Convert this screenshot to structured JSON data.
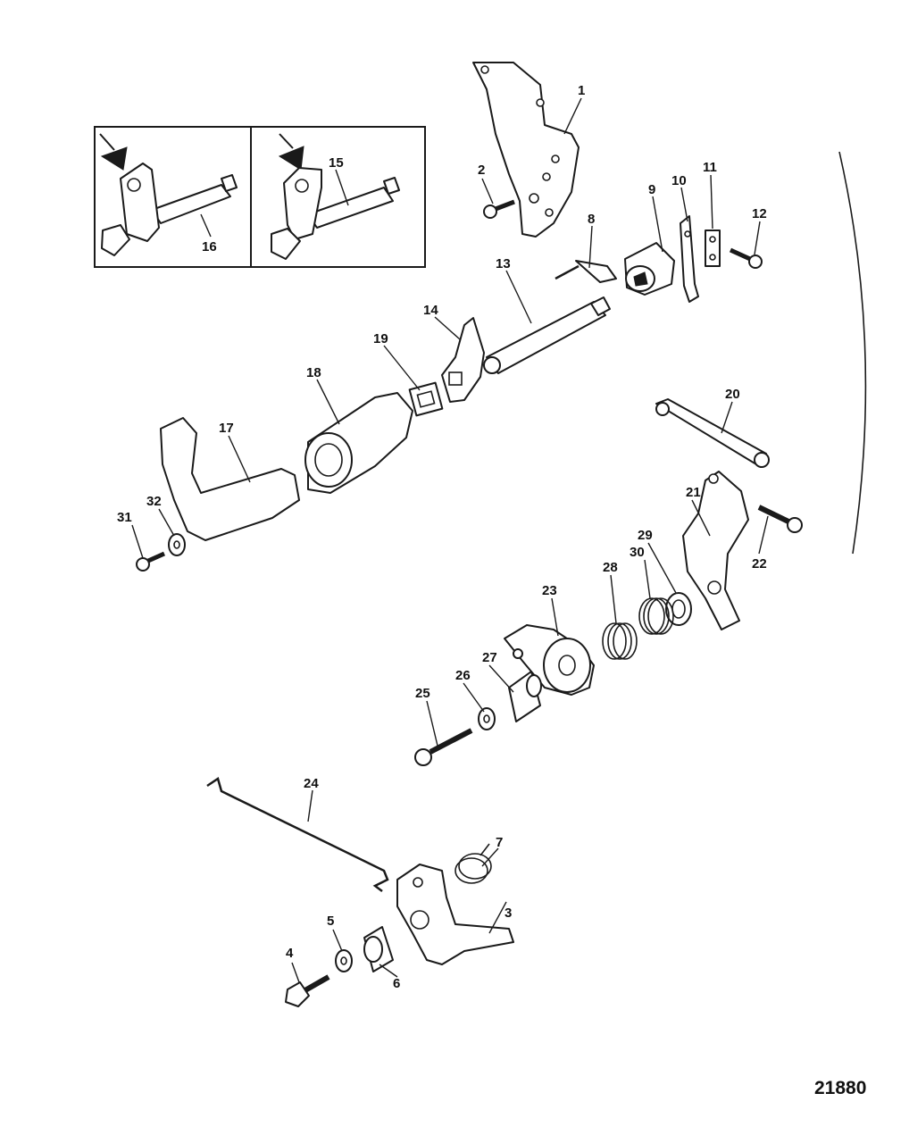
{
  "diagram": {
    "document_number": "21880",
    "callouts": [
      {
        "id": "c1",
        "label": "1"
      },
      {
        "id": "c2",
        "label": "2"
      },
      {
        "id": "c3",
        "label": "3"
      },
      {
        "id": "c4",
        "label": "4"
      },
      {
        "id": "c5",
        "label": "5"
      },
      {
        "id": "c6",
        "label": "6"
      },
      {
        "id": "c7",
        "label": "7"
      },
      {
        "id": "c8",
        "label": "8"
      },
      {
        "id": "c9",
        "label": "9"
      },
      {
        "id": "c10",
        "label": "10"
      },
      {
        "id": "c11",
        "label": "11"
      },
      {
        "id": "c12",
        "label": "12"
      },
      {
        "id": "c13",
        "label": "13"
      },
      {
        "id": "c14",
        "label": "14"
      },
      {
        "id": "c15",
        "label": "15"
      },
      {
        "id": "c16",
        "label": "16"
      },
      {
        "id": "c17",
        "label": "17"
      },
      {
        "id": "c18",
        "label": "18"
      },
      {
        "id": "c19",
        "label": "19"
      },
      {
        "id": "c20",
        "label": "20"
      },
      {
        "id": "c21",
        "label": "21"
      },
      {
        "id": "c22",
        "label": "22"
      },
      {
        "id": "c23",
        "label": "23"
      },
      {
        "id": "c24",
        "label": "24"
      },
      {
        "id": "c25",
        "label": "25"
      },
      {
        "id": "c26",
        "label": "26"
      },
      {
        "id": "c27",
        "label": "27"
      },
      {
        "id": "c28",
        "label": "28"
      },
      {
        "id": "c29",
        "label": "29"
      },
      {
        "id": "c30",
        "label": "30"
      },
      {
        "id": "c31",
        "label": "31"
      },
      {
        "id": "c32",
        "label": "32"
      }
    ]
  }
}
